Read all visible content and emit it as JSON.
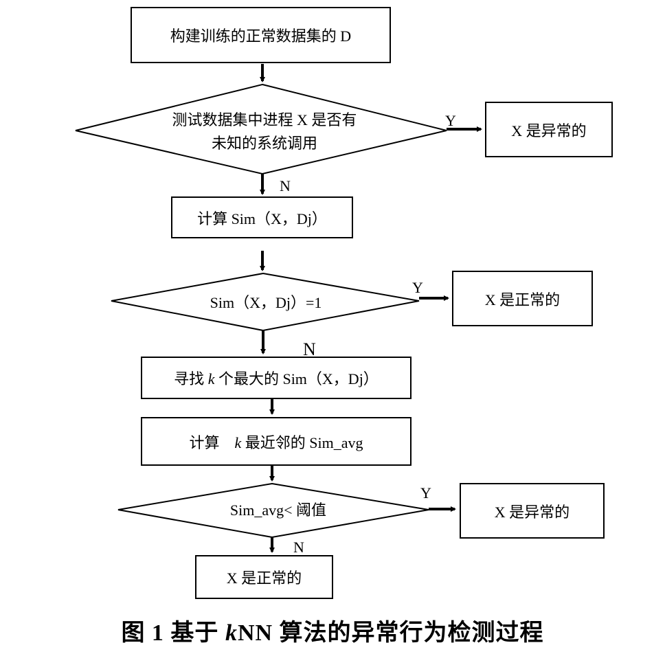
{
  "nodes": {
    "build_dataset": "构建训练的正常数据集的 D",
    "unknown_syscall_line1": "测试数据集中进程 X 是否有",
    "unknown_syscall_line2": "未知的系统调用",
    "abnormal_1": "X 是异常的",
    "compute_sim": "计算 Sim（X，Dj）",
    "sim_eq_1": "Sim（X，Dj）=1",
    "normal_1": "X 是正常的",
    "find_k_pre": "寻找 ",
    "find_k_k": "k",
    "find_k_post": " 个最大的 Sim（X，Dj）",
    "compute_avg_pre": "计算　",
    "compute_avg_k": "k",
    "compute_avg_post": " 最近邻的 Sim_avg",
    "threshold": "Sim_avg< 阈值",
    "abnormal_2": "X 是异常的",
    "normal_2": "X 是正常的"
  },
  "edge_labels": {
    "yes": "Y",
    "no": "N"
  },
  "caption": {
    "pre": "图 1  基于 ",
    "k": "k",
    "post": "NN 算法的异常行为检测过程"
  }
}
